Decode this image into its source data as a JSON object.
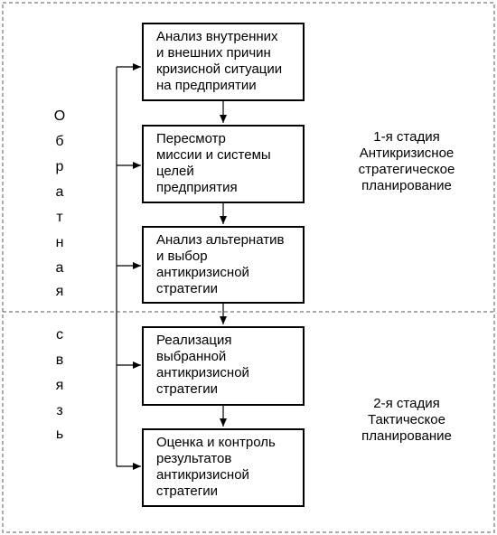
{
  "blocks": [
    {
      "lines": [
        "Анализ внутренних",
        "и внешних причин",
        "кризисной ситуации",
        "на предприятии"
      ]
    },
    {
      "lines": [
        "Пересмотр",
        "миссии и системы",
        "целей",
        "предприятия"
      ]
    },
    {
      "lines": [
        "Анализ альтернатив",
        "и выбор",
        "антикризисной",
        "стратегии"
      ]
    },
    {
      "lines": [
        "Реализация",
        "выбранной",
        "антикризисной",
        "стратегии"
      ]
    },
    {
      "lines": [
        "Оценка и контроль",
        "результатов",
        "антикризисной",
        "стратегии"
      ]
    }
  ],
  "stages": [
    {
      "lines": [
        "1-я стадия",
        "Антикризисное",
        "стратегическое",
        "планирование"
      ]
    },
    {
      "lines": [
        "2-я стадия",
        "Тактическое",
        "планирование"
      ]
    }
  ],
  "feedback_label": [
    "О",
    "б",
    "р",
    "а",
    "т",
    "н",
    "а",
    "я",
    "",
    "с",
    "в",
    "я",
    "з",
    "ь"
  ]
}
